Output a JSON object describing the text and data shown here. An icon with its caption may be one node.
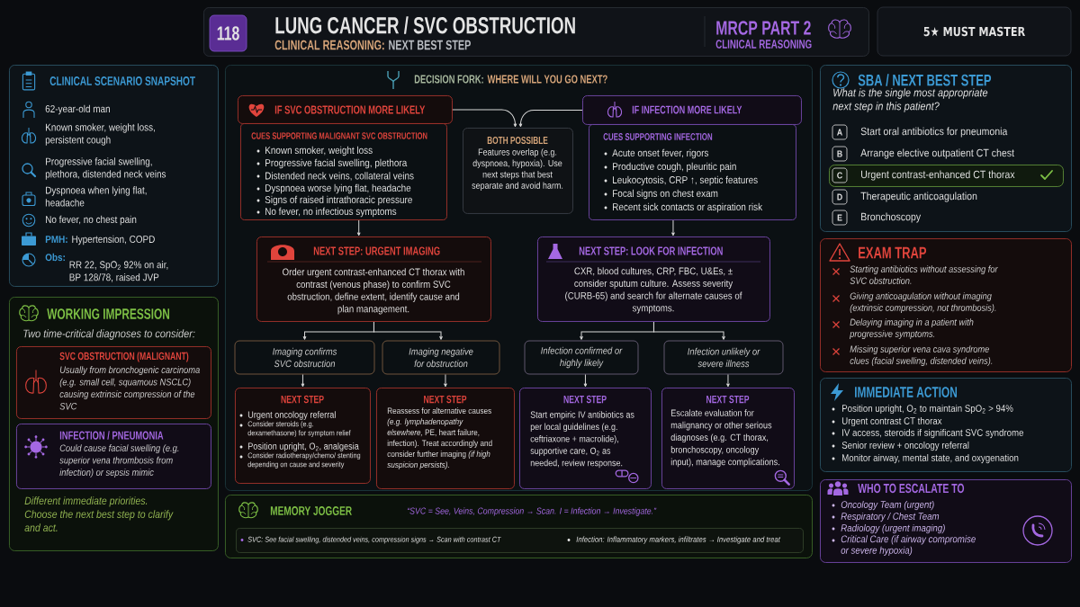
{
  "diagram": {
    "title": "LUNG CANCER / SVC OBSTRUCTION",
    "nodes": [
      {
        "text": [
          "CLINICAL REASONING:",
          "NEXT BEST STEP",
          "MRCP PART 2",
          "CLINICAL REASONING"
        ]
      },
      {
        "text": [
          "118"
        ],
        "in": 0
      },
      {
        "text": [
          "5★ MUST MASTER"
        ]
      },
      {
        "text": [
          "CLINICAL SCENARIO SNAPSHOT",
          "62-year-old man",
          "Known smoker, weight loss, persistent cough",
          "Progressive facial swelling, plethora, distended neck veins",
          "Dyspnoea when lying flat, headache",
          "No fever, no chest pain",
          "PMH:",
          "Hypertension, COPD",
          "Obs:",
          "RR 22, SpO$_{2}$ 92% on air, BP 128/78, raised JVP"
        ]
      },
      {
        "text": [
          "WORKING IMPRESSION",
          "Two time-critical diagnoses to consider:",
          "Different immediate priorities. Choose the next best step to clarify and act."
        ]
      },
      {
        "text": [
          "SVC OBSTRUCTION (MALIGNANT)",
          "Usually from bronchogenic carcinoma (e.g. small cell, squamous NSCLC) causing extrinsic compression of the SVC"
        ],
        "in": 4
      },
      {
        "text": [
          "INFECTION / PNEUMONIA",
          "Could cause facial swelling (e.g. superior vena thrombosis from infection) or sepsis mimic"
        ],
        "in": 4
      },
      {
        "text": [
          "DECISION FORK:",
          "WHERE WILL YOU GO NEXT?"
        ]
      },
      {
        "text": [
          "IF SVC OBSTRUCTION MORE LIKELY"
        ],
        "in": 7
      },
      {
        "text": [
          "CUES SUPPORTING MALIGNANT SVC OBSTRUCTION",
          "Known smoker, weight loss",
          "Progressive facial swelling, plethora",
          "Distended neck veins, collateral veins",
          "Dyspnoea worse lying flat, headache",
          "Signs of raised intrathoracic pressure",
          "No fever, no infectious symptoms"
        ],
        "in": 7
      },
      {
        "text": [
          "BOTH POSSIBLE",
          "Features overlap (e.g. dyspnoea, hypoxia). Use next steps that best separate and avoid harm."
        ],
        "in": 7
      },
      {
        "text": [
          "IF INFECTION MORE LIKELY"
        ],
        "in": 7
      },
      {
        "text": [
          "CUES SUPPORTING INFECTION",
          "Acute onset fever, rigors",
          "Productive cough, pleuritic pain",
          "Leukocytosis, CRP ↑, septic features",
          "Focal signs on chest exam",
          "Recent sick contacts or aspiration risk"
        ],
        "in": 7
      },
      {
        "text": [
          "NEXT STEP: URGENT IMAGING",
          "Order urgent contrast-enhanced CT thorax with contrast (venous phase) to confirm SVC obstruction, define extent, identify cause and plan management."
        ],
        "in": 7
      },
      {
        "text": [
          "NEXT STEP: LOOK FOR INFECTION",
          "CXR, blood cultures, CRP, FBC, U&Es, ± consider sputum culture. Assess severity (CURB-65) and search for alternate causes of symptoms."
        ],
        "in": 7
      },
      {
        "text": [
          "Imaging confirms SVC obstruction"
        ],
        "in": 7
      },
      {
        "text": [
          "Imaging negative for obstruction"
        ],
        "in": 7
      },
      {
        "text": [
          "Infection confirmed or highly likely"
        ],
        "in": 7
      },
      {
        "text": [
          "Infection unlikely or severe illness"
        ],
        "in": 7
      },
      {
        "text": [
          "NEXT STEP",
          "Urgent oncology referral",
          "Consider steroids (e.g. dexamethasone) for symptom relief",
          "Position upright, O$_{2}$, analgesia",
          "Consider radiotherapy/chemo/ stenting depending on cause and severity"
        ],
        "in": 7
      },
      {
        "text": [
          "NEXT STEP",
          "Reassess for alternative causes *(e.g. lymphadenopathy elsewhere,* PE, heart failure, infection). Treat accordingly and consider further imaging *(if high suspicion persists).*"
        ],
        "in": 7
      },
      {
        "text": [
          "NEXT STEP",
          "Start empiric IV antibiotics as per local guidelines (e.g. ceftriaxone + macrolide), supportive care, O$_{2}$ as needed, review response."
        ],
        "in": 7
      },
      {
        "text": [
          "NEXT STEP",
          "Escalate evaluation for malignancy or other serious diagnoses (e.g. CT thorax, bronchoscopy, oncology input), manage complications."
        ],
        "in": 7
      },
      {
        "text": [
          "MEMORY JOGGER",
          "“SVC = See, Veins, Compression → Scan. I = Infection → Investigate.”"
        ]
      },
      {
        "text": [
          "SVC: See facial swelling, distended veins, compression signs → Scan with contrast CT",
          "Infection: Inflammatory markers, infiltrates → Investigate and treat"
        ],
        "in": 23
      },
      {
        "text": [
          "SBA / NEXT BEST STEP",
          "What is the single most appropriate next step in this patient?"
        ]
      },
      {
        "text": [
          "A"
        ],
        "beside": [
          "Start oral antibiotics for pneumonia"
        ],
        "in": 25
      },
      {
        "text": [
          "B"
        ],
        "beside": [
          "Arrange elective outpatient CT chest"
        ],
        "in": 25
      },
      {
        "text": [
          "Urgent contrast-enhanced CT thorax"
        ],
        "in": 25
      },
      {
        "text": [
          "C"
        ],
        "in": 28
      },
      {
        "text": [
          "D"
        ],
        "beside": [
          "Therapeutic anticoagulation"
        ],
        "in": 25
      },
      {
        "text": [
          "E"
        ],
        "beside": [
          "Bronchoscopy"
        ],
        "in": 25
      },
      {
        "text": [
          "EXAM TRAP",
          "Starting antibiotics without assessing for SVC obstruction.",
          "Giving anticoagulation without imaging (extrinsic compression, not thrombosis).",
          "Delaying imaging in a patient with progressive symptoms.",
          "Missing superior vena cava syndrome clues (facial swelling, distended veins)."
        ]
      },
      {
        "text": [
          "IMMEDIATE ACTION",
          "Position upright, O$_{2}$ to maintain SpO$_{2}$ > 94%",
          "Urgent contrast CT thorax",
          "IV access, steroids if significant SVC syndrome",
          "Senior review + oncology referral",
          "Monitor airway, mental state, and oxygenation"
        ]
      },
      {
        "text": [
          "WHO TO ESCALATE TO",
          "Oncology Team (urgent)",
          "Respiratory / Chest Team",
          "Radiology (urgent imaging)",
          "Critical Care (if airway compromise or severe hypoxia)"
        ]
      }
    ],
    "edges": [
      {
        "from": 8,
        "to": 10,
        "arrow": "to"
      },
      {
        "from": 11,
        "to": 10,
        "arrow": "to"
      },
      {
        "from": 9,
        "to": 13,
        "arrow": "to"
      },
      {
        "from": 12,
        "to": 14,
        "arrow": "to"
      },
      {
        "from": 13,
        "to": 15,
        "arrow": "to"
      },
      {
        "from": 13,
        "to": 16,
        "arrow": "to"
      },
      {
        "from": 14,
        "to": 17,
        "arrow": "to"
      },
      {
        "from": 14,
        "to": 18,
        "arrow": "to"
      },
      {
        "from": 15,
        "to": 19,
        "arrow": "to"
      },
      {
        "from": 16,
        "to": 20,
        "arrow": "to"
      },
      {
        "from": 17,
        "to": 21,
        "arrow": "to"
      },
      {
        "from": 18,
        "to": 22,
        "arrow": "to"
      }
    ]
  }
}
